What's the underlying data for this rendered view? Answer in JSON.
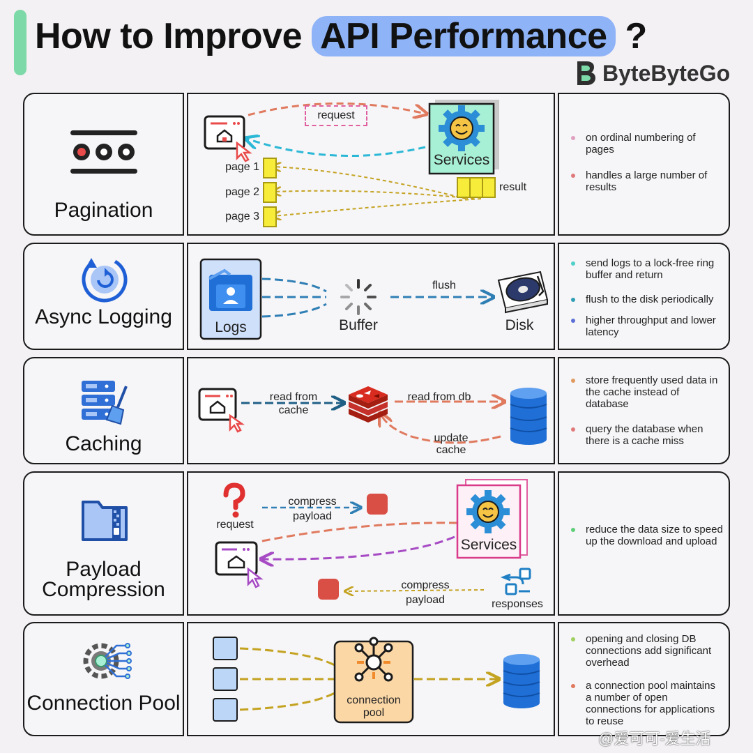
{
  "title": {
    "prefix": "How to Improve ",
    "highlight": "API Performance",
    "suffix": " ?"
  },
  "brand": {
    "name": "ByteByteGo",
    "icon": "bytebytego-logo-icon"
  },
  "palette": {
    "accent_bar": "#7dd9a7",
    "highlight": "#8fb3f7",
    "orange_dash": "#e07a5f",
    "cyan_dash": "#2bb8d6",
    "olive_dash": "#c4a321",
    "blue_dash": "#2f7fb5",
    "purple_dash": "#a64bc4",
    "services_fill": "#a8f0d5"
  },
  "rows": [
    {
      "category": "Pagination",
      "icon": "three-dots-pagination-icon",
      "diagram": {
        "request": "request",
        "services": "Services",
        "result": "result",
        "pages": [
          "page 1",
          "page 2",
          "page 3"
        ]
      },
      "notes": [
        "on ordinal numbering of pages",
        "handles a large number of results"
      ]
    },
    {
      "category": "Async Logging",
      "icon": "async-refresh-icon",
      "diagram": {
        "logs": "Logs",
        "buffer": "Buffer",
        "flush": "flush",
        "disk": "Disk"
      },
      "notes": [
        "send logs to a lock-free ring buffer and return",
        "flush to the disk periodically",
        "higher throughput and lower latency"
      ]
    },
    {
      "category": "Caching",
      "icon": "server-stack-cleaning-icon",
      "diagram": {
        "read_cache": "read from cache",
        "read_db": "read from db",
        "update_cache": "update cache"
      },
      "notes": [
        "store frequently used data in the cache instead of database",
        "query the database when there is a cache miss"
      ]
    },
    {
      "category": "Payload Compression",
      "icon": "zip-folder-icon",
      "diagram": {
        "request": "request",
        "compress_top": "compress payload",
        "services": "Services",
        "compress_bottom": "compress payload",
        "responses": "responses"
      },
      "notes": [
        "reduce the data size to speed up the download and upload"
      ]
    },
    {
      "category": "Connection Pool",
      "icon": "gear-circuit-icon",
      "diagram": {
        "pool": "connection pool"
      },
      "notes": [
        "opening and closing DB connections add significant overhead",
        "a connection pool maintains a number of open connections for applications to reuse"
      ]
    }
  ],
  "watermark": "@爱可可-爱生活"
}
